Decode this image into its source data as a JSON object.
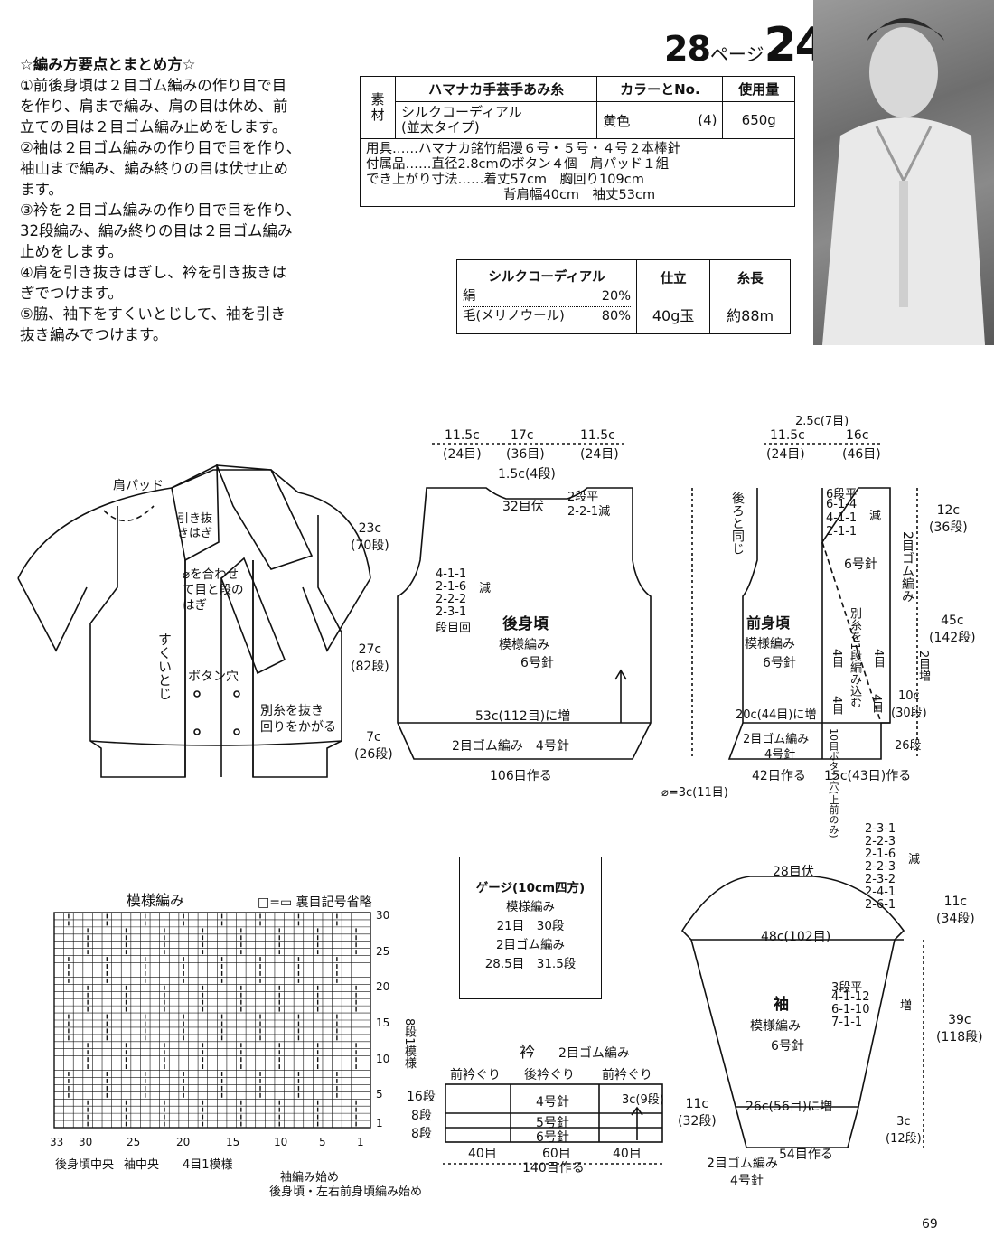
{
  "page_ref": {
    "left": "28",
    "label": "ページ",
    "right": "24"
  },
  "instructions": {
    "title": "☆編み方要点とまとめ方☆",
    "lines": [
      "①前後身頃は２目ゴム編みの作り目で目",
      "を作り、肩まで編み、肩の目は休め、前",
      "立ての目は２目ゴム編み止めをします。",
      "②袖は２目ゴム編みの作り目で目を作り、",
      "袖山まで編み、編み終りの目は伏せ止め",
      "ます。",
      "③衿を２目ゴム編みの作り目で目を作り、",
      "32段編み、編み終りの目は２目ゴム編み",
      "止めをします。",
      "④肩を引き抜きはぎし、衿を引き抜きは",
      "ぎでつけます。",
      "⑤脇、袖下をすくいとじして、袖を引き",
      "抜き編みでつけます。"
    ]
  },
  "materials": {
    "side_label": "素材",
    "headers": [
      "ハマナカ手芸手あみ糸",
      "カラーとNo.",
      "使用量"
    ],
    "yarn": "シルクコーディアル",
    "yarn_type": "(並太タイプ)",
    "color": "黄色",
    "color_no": "(4)",
    "amount": "650g",
    "tools": [
      "用具……ハマナカ銘竹絽漫６号・５号・４号２本棒針",
      "付属品……直径2.8cmのボタン４個　肩パッド１組",
      "でき上がり寸法……着丈57cm　胸回り109cm",
      "背肩幅40cm　袖丈53cm"
    ]
  },
  "fiber": {
    "name": "シルクコーディアル",
    "rows": [
      [
        "絹",
        "20%"
      ],
      [
        "毛(メリノウール)",
        "80%"
      ]
    ],
    "col_finish": "仕立",
    "col_length": "糸長",
    "finish": "40g玉",
    "length": "約88m"
  },
  "illustration": {
    "shoulder_pad": "肩パッド",
    "hikinuki": "引き抜\nきはぎ",
    "match": "⌀を合わせ\nて目と段の\nはぎ",
    "sukui": "すくいとじ",
    "button_hole": "ボタン穴",
    "betsu": "別糸を抜き\n回りをかがる"
  },
  "back": {
    "title": "後身頃",
    "pattern": "模様編み",
    "needle": "6号針",
    "top_dims": [
      "11.5c",
      "17c",
      "11.5c"
    ],
    "top_sts": [
      "(24目)",
      "(36目)",
      "(24目)"
    ],
    "neck_depth": "1.5c(4段)",
    "neck_bind": "32目伏",
    "neck_dec": "2段平\n2-2-1減",
    "armhole": [
      "4-1-1",
      "2-1-6",
      "2-2-2",
      "2-3-1",
      "段目回"
    ],
    "dec_label": "減",
    "h1": "23c",
    "h1r": "(70段)",
    "h2": "27c",
    "h2r": "(82段)",
    "h3": "7c",
    "h3r": "(26段)",
    "inc": "53c(112目)に増",
    "rib": "2目ゴム編み　4号針",
    "cast": "106目作る"
  },
  "front": {
    "title": "前身頃",
    "pattern": "模様編み",
    "needle": "6号針",
    "top": [
      "11.5c",
      "2.5c(7目)",
      "16c"
    ],
    "top_sts": [
      "(24目)",
      "(46目)"
    ],
    "same_back": "後ろと同じ",
    "shoulder_dec": [
      "6段平",
      "6-1-4",
      "4-1-1",
      "2-1-1"
    ],
    "dec_label": "減",
    "needle6": "6号針",
    "band": "2目ゴム編み",
    "h12": "12c",
    "h12r": "(36段)",
    "h45": "45c",
    "h45r": "(142段)",
    "h10": "10c",
    "h10r": "(30段)",
    "rows26": "26段",
    "inc2": "2目増",
    "betsu": "別糸を1段編み込む",
    "four1": "4目",
    "four2": "4目",
    "four3": "4目",
    "four4": "4目",
    "inc20": "20c(44目)に増",
    "rib": "2目ゴム編み",
    "rib_needle": "4号針",
    "btn": "10目ボタン穴(上前のみ)",
    "cast1": "42目作る",
    "cast2": "15c(43目)作る",
    "note": "⌀=3c(11目)"
  },
  "chart": {
    "title": "模様編み",
    "legend": "□=▭ 裏目記号省略",
    "xticks": [
      "33",
      "30",
      "25",
      "20",
      "15",
      "10",
      "5",
      "1"
    ],
    "yticks": [
      "30",
      "25",
      "20",
      "15",
      "10",
      "5",
      "1"
    ],
    "repeat_rows": "8段1模様",
    "back_center": "後身頃中央",
    "sleeve_center": "袖中央",
    "repeat_sts": "4目1模様",
    "sleeve_start": "袖編み始め",
    "body_start": "後身頃・左右前身頃編み始め"
  },
  "gauge": {
    "title": "ゲージ(10cm四方)",
    "l1": "模様編み",
    "l2": "21目　30段",
    "l3": "2目ゴム編み",
    "l4": "28.5目　31.5段"
  },
  "collar": {
    "title": "衿",
    "sub": "2目ゴム編み",
    "labels": [
      "前衿ぐり",
      "後衿ぐり",
      "前衿ぐり"
    ],
    "rows": [
      "16段",
      "8段",
      "8段"
    ],
    "needles": [
      "4号針",
      "5号針",
      "6号針"
    ],
    "side": "3c(9段)",
    "h": "11c",
    "hr": "(32段)",
    "bottom": [
      "40目",
      "60目",
      "40目"
    ],
    "cast": "140目作る"
  },
  "sleeve": {
    "title": "袖",
    "pattern": "模様編み",
    "needle": "6号針",
    "bind": "28目伏",
    "cap_dec": [
      "2-3-1",
      "2-2-3",
      "2-1-6",
      "2-2-3",
      "2-3-2",
      "2-4-1",
      "2-6-1"
    ],
    "dec_label": "減",
    "cap_h": "11c",
    "cap_hr": "(34段)",
    "width": "48c(102目)",
    "inc_rows": [
      "3段平",
      "4-1-12",
      "6-1-10",
      "7-1-1"
    ],
    "inc_label": "増",
    "h39": "39c",
    "h39r": "(118段)",
    "inc26": "26c(56目)に増",
    "h3": "3c",
    "h3r": "(12段)",
    "rib": "2目ゴム編み",
    "rib_needle": "4号針",
    "cast": "54目作る"
  },
  "page_number": "69"
}
